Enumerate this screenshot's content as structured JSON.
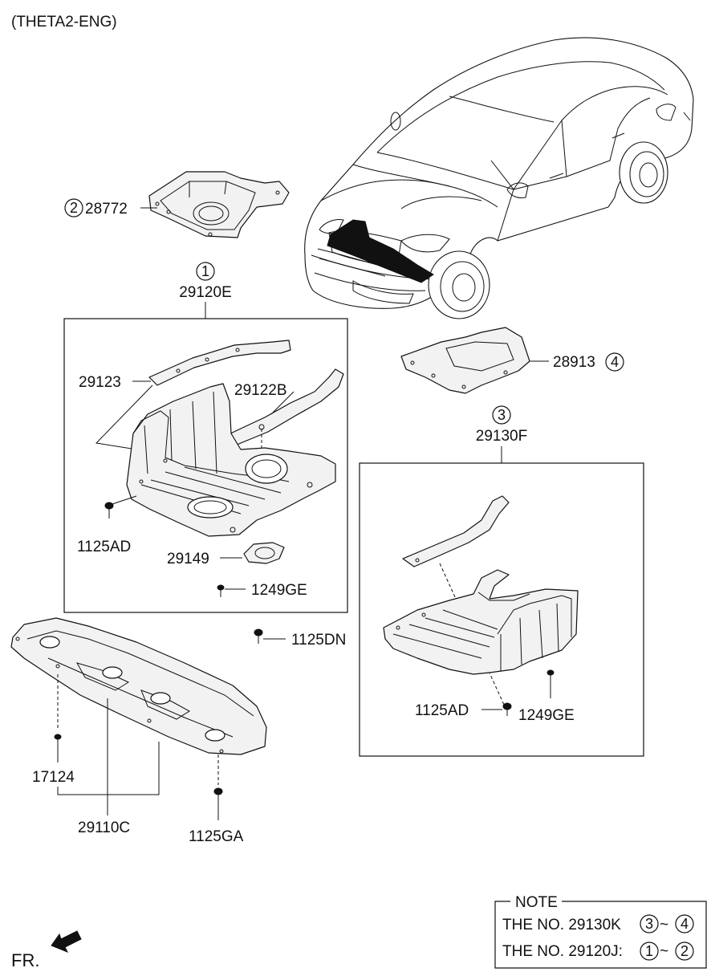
{
  "header": {
    "engine_variant": "(THETA2-ENG)"
  },
  "callouts": {
    "p28772": {
      "index": "2",
      "part": "28772"
    },
    "p29120E": {
      "index": "1",
      "part": "29120E"
    },
    "p28913": {
      "index": "4",
      "part": "28913"
    },
    "p29130F": {
      "index": "3",
      "part": "29130F"
    }
  },
  "labels": {
    "l29123": "29123",
    "l29122B": "29122B",
    "l1125AD_a": "1125AD",
    "l29149": "29149",
    "l1249GE_a": "1249GE",
    "l1125DN": "1125DN",
    "l1125AD_b": "1125AD",
    "l1249GE_b": "1249GE",
    "l17124": "17124",
    "l29110C": "29110C",
    "l1125GA": "1125GA"
  },
  "note": {
    "title": "NOTE",
    "rows": [
      {
        "text": "THE NO. 29130K",
        "from": "3",
        "sep": "~",
        "to": "4"
      },
      {
        "text": "THE NO. 29120J:",
        "from": "1",
        "sep": "~",
        "to": "2"
      }
    ]
  },
  "direction": {
    "label": "FR."
  }
}
